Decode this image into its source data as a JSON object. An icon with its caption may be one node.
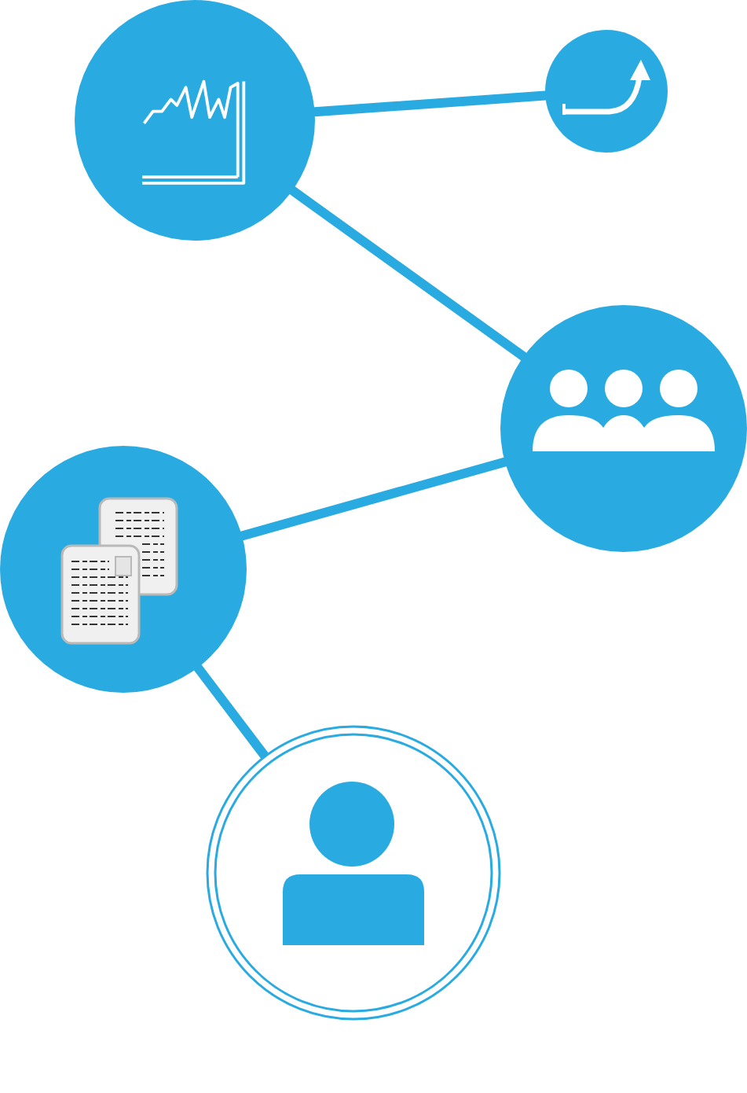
{
  "diagram": {
    "nodes": [
      {
        "text": [],
        "shape": "circle"
      },
      {
        "text": [],
        "shape": "circle"
      },
      {
        "text": [],
        "shape": "circle"
      },
      {
        "text": [],
        "shape": "circle"
      },
      {
        "text": [],
        "shape": "circle"
      }
    ],
    "edges": [
      {
        "from": 0,
        "to": 1,
        "arrow": "none"
      },
      {
        "from": 0,
        "to": 2,
        "arrow": "none"
      },
      {
        "from": 2,
        "to": 3,
        "arrow": "none"
      },
      {
        "from": 3,
        "to": 4,
        "arrow": "none"
      }
    ]
  }
}
